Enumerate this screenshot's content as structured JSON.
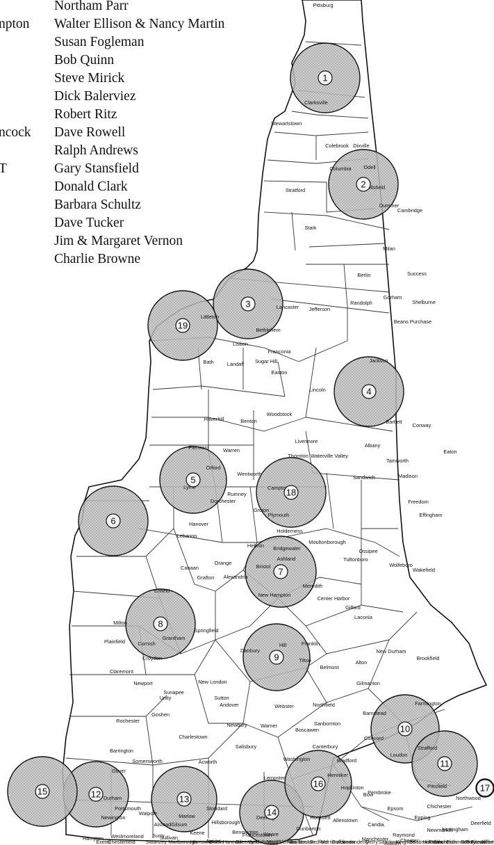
{
  "volunteer_list": {
    "fragments": [
      "npton",
      "ncock",
      "T"
    ],
    "names": [
      "Northam Parr",
      "Walter Ellison & Nancy Martin",
      "Susan Fogleman",
      "Bob Quinn",
      "Steve Mirick",
      "Dick Balerviez",
      "Robert Ritz",
      "Dave Rowell",
      "Ralph Andrews",
      "Gary Stansfield",
      "Donald Clark",
      "Barbara Schultz",
      "Dave Tucker",
      "Jim & Margaret Vernon",
      "Charlie Browne"
    ]
  },
  "circles": [
    {
      "number": "1"
    },
    {
      "number": "2"
    },
    {
      "number": "3"
    },
    {
      "number": "4"
    },
    {
      "number": "5"
    },
    {
      "number": "6"
    },
    {
      "number": "7"
    },
    {
      "number": "8"
    },
    {
      "number": "9"
    },
    {
      "number": "10"
    },
    {
      "number": "11"
    },
    {
      "number": "12"
    },
    {
      "number": "13"
    },
    {
      "number": "14"
    },
    {
      "number": "15"
    },
    {
      "number": "16"
    },
    {
      "number": "17"
    },
    {
      "number": "18"
    },
    {
      "number": "19"
    }
  ],
  "towns": [
    "Pittsburg",
    "Clarksville",
    "Stewartstown",
    "Colebrook",
    "Dixville",
    "Columbia",
    "Odell",
    "Millsfield",
    "Stratford",
    "Dummer",
    "Cambridge",
    "Stark",
    "Milan",
    "Berlin",
    "Success",
    "Randolph",
    "Gorham",
    "Shelburne",
    "Lancaster",
    "Jefferson",
    "Beans Purchase",
    "Littleton",
    "Bethlehem",
    "Lisbon",
    "Sugar Hill",
    "Franconia",
    "Bath",
    "Landaff",
    "Easton",
    "Lincoln",
    "Jackson",
    "Bartlett",
    "Conway",
    "Haverhill",
    "Benton",
    "Woodstock",
    "Livermore",
    "Albany",
    "Eaton",
    "Piermont",
    "Orford",
    "Warren",
    "Wentworth",
    "Thornton",
    "Waterville Valley",
    "Sandwich",
    "Tamworth",
    "Madison",
    "Freedom",
    "Rumney",
    "Campton",
    "Effingham",
    "Lyme",
    "Dorchester",
    "Groton",
    "Plymouth",
    "Holderness",
    "Moultonborough",
    "Ossipee",
    "Hanover",
    "Lebanon",
    "Canaan",
    "Orange",
    "Hebron",
    "Bridgewater",
    "Ashland",
    "Bristol",
    "Tuftonboro",
    "Wolfeboro",
    "Wakefield",
    "Enfield",
    "Grafton",
    "Alexandria",
    "New Hampton",
    "Meredith",
    "Center Harbor",
    "Gilford",
    "Laconia",
    "Alton",
    "New Durham",
    "Brookfield",
    "Milton",
    "Plainfield",
    "Cornish",
    "Grantham",
    "Springfield",
    "Danbury",
    "Hill",
    "Franklin",
    "Tilton",
    "Belmont",
    "Gilmanton",
    "Farmington",
    "Claremont",
    "Croydon",
    "Newport",
    "Sunapee",
    "New London",
    "Sutton",
    "Andover",
    "Northfield",
    "Sanbornton",
    "Barnstead",
    "Strafford",
    "Rochester",
    "Unity",
    "Goshen",
    "Newbury",
    "Salisbury",
    "Warner",
    "Webster",
    "Boscawen",
    "Canterbury",
    "Concord",
    "Loudon",
    "Pittsfield",
    "Northwood",
    "Barrington",
    "Dover",
    "Somersworth",
    "Charlestown",
    "Acworth",
    "Lempster",
    "Washington",
    "Bradford",
    "Henniker",
    "Hopkinton",
    "Bow",
    "Pembroke",
    "Epsom",
    "Chichester",
    "Deerfield",
    "Nottingham",
    "Durham",
    "Newington",
    "Portsmouth",
    "Walpole",
    "Alstead",
    "Marlow",
    "Stoddard",
    "Hillsborough",
    "Deering",
    "Weare",
    "Dunbarton",
    "Hooksett",
    "Allenstown",
    "Candia",
    "Raymond",
    "Epping",
    "Newmarket",
    "Exeter",
    "Westmoreland",
    "Surry",
    "Gilsum",
    "Sullivan",
    "Keene",
    "Antrim",
    "Bennington",
    "Francestown",
    "New Boston",
    "Goffstown",
    "Manchester",
    "Auburn",
    "Chester",
    "Fremont",
    "Brentwood",
    "Hampton",
    "Chesterfield",
    "Swanzey",
    "Marlborough",
    "Harrisville",
    "Dublin",
    "Hancock",
    "Greenfield",
    "Lyndeborough",
    "Mont Vernon",
    "Amherst",
    "Bedford",
    "Merrimack",
    "Londonderry",
    "Derry",
    "Sandown",
    "Kingston",
    "Seabrook",
    "Hinsdale",
    "Winchester",
    "Richmond",
    "Troy",
    "Fitzwilliam",
    "Jaffrey",
    "Rindge",
    "Peterborough",
    "Sharon",
    "Temple",
    "New Ipswich",
    "Greenville",
    "Wilton",
    "Mason",
    "Milford",
    "Brookline",
    "Hollis",
    "Nashua",
    "Hudson",
    "Litchfield",
    "Windham",
    "Salem",
    "Pelham",
    "Plaistow",
    "Atkinson",
    "Hampstead",
    "Danville",
    "Newton"
  ]
}
